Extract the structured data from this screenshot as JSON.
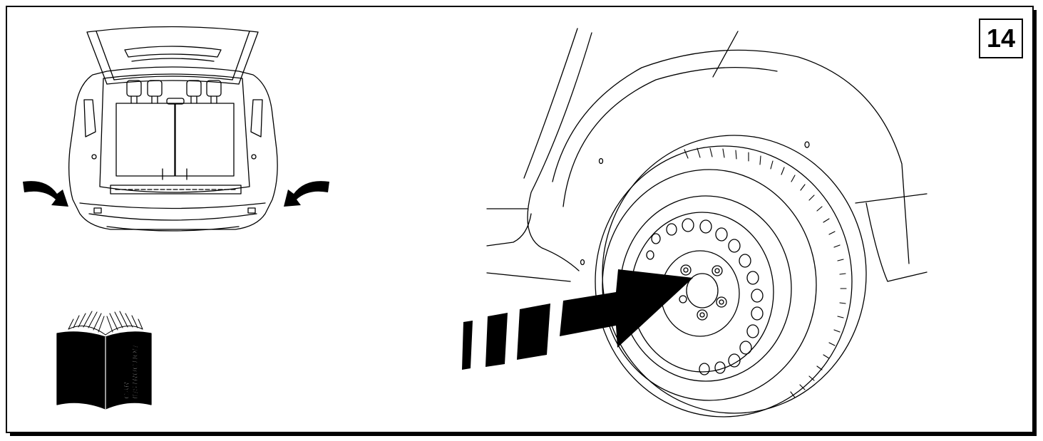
{
  "step": {
    "number": "14"
  },
  "manual": {
    "line1": "CAR",
    "line2": "INSTRUCTION"
  },
  "colors": {
    "ink": "#000000",
    "paper": "#ffffff"
  }
}
